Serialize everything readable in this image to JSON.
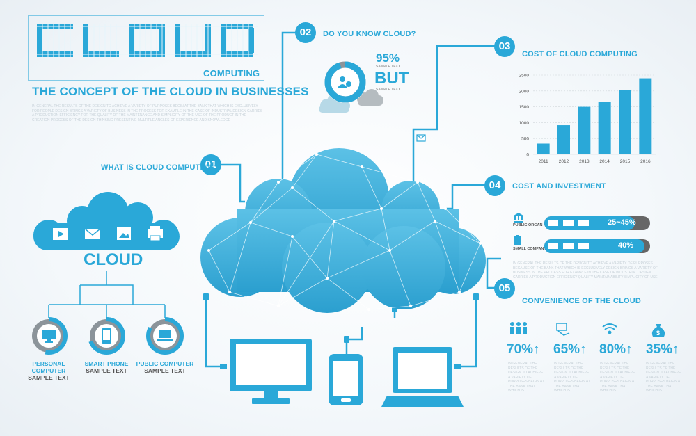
{
  "title": {
    "word": "CLOUD",
    "sub": "COMPUTING",
    "concept": "THE CONCEPT OF THE CLOUD IN BUSINESSES"
  },
  "intro_text": "IN GENERAL THE RESULTS OF THE DESIGN TO ACHIEVE A VARIETY OF PURPOSES BEGIN AT THE BANK THAT WHICH IS EXCLUSIVELY FOR PEOPLE DESIGN BRINGS A VARIETY OF BUSINESS IN THE PROCESS FOR EXAMPLE IN THE CASE OF INDUSTRIAL DESIGN CARRIES A PRODUCTION EFFICIENCY FOR THE QUALITY OF THE MAINTENANCE AND SIMPLICITY OF THE USE OF THE PRODUCT IN THE CREATION PROCESS OF THE DESIGN THINKING PRESENTING MULTIPLE ANGLES OF EXPERIENCE AND KNOWLEDGE",
  "sections": {
    "s01": {
      "num": "01",
      "title": "WHAT IS CLOUD COMPUTING?"
    },
    "s02": {
      "num": "02",
      "title": "DO YOU KNOW CLOUD?",
      "big_pct": "95%",
      "but": "BUT",
      "sample1": "SAMPLE TEXT",
      "sample2": "SAMPLE TEXT"
    },
    "s03": {
      "num": "03",
      "title": "COST OF CLOUD COMPUTING"
    },
    "s04": {
      "num": "04",
      "title": "COST AND INVESTMENT",
      "rows": [
        {
          "label": "PUBLIC ORGAN",
          "value": "25~45%"
        },
        {
          "label": "SMALL COMPANY",
          "value": "40%"
        }
      ],
      "text": "IN GENERAL THE RESULTS OF THE DESIGN TO ACHIEVE A VARIETY OF PURPOSES BECAUSE OF THE BANK THAT WHICH IS EXCLUSIVELY DESIGN BRINGS A VARIETY OF BUSINESS IN THE PROCESS FOR EXAMPLE IN THE CASE OF INDUSTRIAL DESIGN CARRIES A PRODUCTION EFFICIENCY QUALITY MAINTAINABILITY SIMPLICITY OF USE AND EFFICIENCY"
    },
    "s05": {
      "num": "05",
      "title": "CONVENIENCE OF THE CLOUD",
      "stats": [
        {
          "icon": "people-icon",
          "value": "70%"
        },
        {
          "icon": "hand-card-icon",
          "value": "65%"
        },
        {
          "icon": "wifi-icon",
          "value": "80%"
        },
        {
          "icon": "money-bag-icon",
          "value": "35%"
        }
      ],
      "filler": "IN GENERAL THE RESULTS OF THE DESIGN TO ACHIEVE A VARIETY OF PURPOSES BEGIN AT THE BANK THAT WHICH IS EXCLUSIVELY FOR PEOPLE"
    }
  },
  "left_cloud": {
    "label": "CLOUD",
    "nodes": [
      {
        "line1": "PERSONAL",
        "line2": "COMPUTER",
        "line3": "SAMPLE TEXT"
      },
      {
        "line1": "SMART PHONE",
        "line2": "SAMPLE TEXT",
        "line3": ""
      },
      {
        "line1": "PUBLIC COMPUTER",
        "line2": "SAMPLE TEXT",
        "line3": ""
      }
    ]
  },
  "colors": {
    "accent": "#2aa8d8",
    "dark": "#555555",
    "grey": "#9aa3a8"
  },
  "chart_data": {
    "type": "bar",
    "categories": [
      "2011",
      "2012",
      "2013",
      "2014",
      "2015",
      "2016"
    ],
    "values": [
      340,
      920,
      1500,
      1660,
      2030,
      2400
    ],
    "ylim": [
      0,
      2500
    ],
    "yticks": [
      0,
      500,
      1000,
      1500,
      2000,
      2500
    ],
    "grid": true
  }
}
